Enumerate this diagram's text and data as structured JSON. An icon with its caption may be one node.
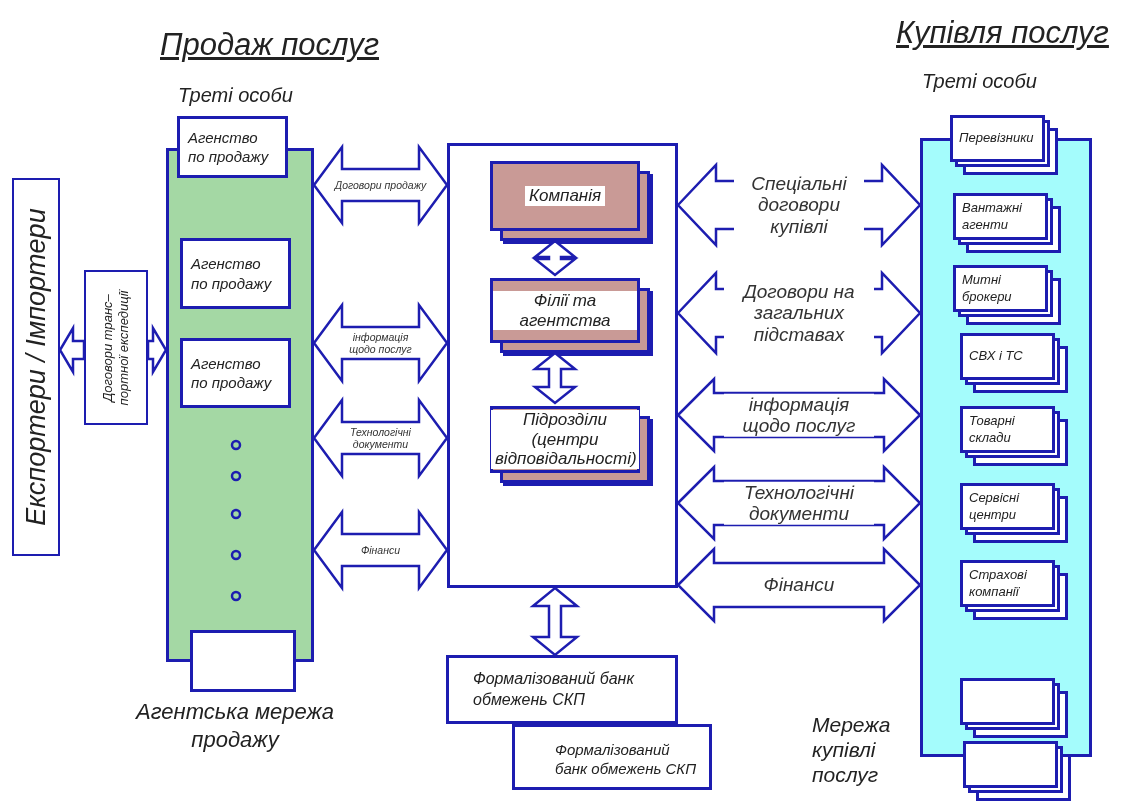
{
  "diagram": {
    "nodes": [
      {
        "text": [
          "Експортери / Імпортери"
        ]
      },
      {
        "text": [
          "Договори транс– портної експедиції"
        ]
      },
      {
        "text": [],
        "shape": "box"
      },
      {
        "text": [
          "Агенство по продажу"
        ]
      },
      {
        "text": [
          "Агенство по продажу"
        ],
        "in": 2
      },
      {
        "text": [
          "Агенство по продажу"
        ],
        "in": 2
      },
      {
        "text": [],
        "shape": "box"
      },
      {
        "text": [],
        "shape": "box"
      },
      {
        "text": [
          "Компанія"
        ],
        "in": 7
      },
      {
        "text": [
          "Філії та агентства"
        ],
        "in": 7
      },
      {
        "text": [
          "Підрозділи (центри відповідальності)"
        ],
        "in": 7
      },
      {
        "text": [
          "Формалізований банк обмежень СКП"
        ]
      },
      {
        "text": [
          "Формалізований банк обмежень СКП"
        ]
      },
      {
        "text": [],
        "shape": "box"
      },
      {
        "text": [
          "Перевізники"
        ]
      },
      {
        "text": [
          "Вантажні агенти"
        ],
        "in": 13
      },
      {
        "text": [
          "Митні брокери"
        ],
        "in": 13
      },
      {
        "text": [
          "СВХ і ТС"
        ],
        "in": 13
      },
      {
        "text": [
          "Товарні склади"
        ],
        "in": 13
      },
      {
        "text": [
          "Сервісні центри"
        ],
        "in": 13
      },
      {
        "text": [
          "Страхові компанії"
        ],
        "in": 13
      },
      {
        "text": [],
        "shape": "box",
        "in": 13
      },
      {
        "text": [],
        "shape": "box"
      }
    ],
    "edges": [
      {
        "from": 1,
        "to": 0,
        "arrow": "to"
      },
      {
        "from": 1,
        "to": 2,
        "arrow": "to"
      },
      {
        "from": 2,
        "to": 7,
        "arrow": "both",
        "label": "Договори продажу"
      },
      {
        "from": 2,
        "to": 7,
        "arrow": "both",
        "label": "інформація щодо послуг"
      },
      {
        "from": 2,
        "to": 7,
        "arrow": "both",
        "label": "Технологічні документи"
      },
      {
        "from": 2,
        "to": 7,
        "arrow": "both",
        "label": "Фінанси"
      },
      {
        "from": 7,
        "to": 13,
        "arrow": "both",
        "label": "Спеціальні договори купівлі"
      },
      {
        "from": 7,
        "to": 13,
        "arrow": "both",
        "label": "Договори на загальних підставах"
      },
      {
        "from": 7,
        "to": 13,
        "arrow": "both",
        "label": "інформація щодо послуг"
      },
      {
        "from": 7,
        "to": 13,
        "arrow": "both",
        "label": "Технологічні документи"
      },
      {
        "from": 7,
        "to": 13,
        "arrow": "both",
        "label": "Фінанси"
      },
      {
        "from": 8,
        "to": 9,
        "arrow": "both"
      },
      {
        "from": 9,
        "to": 10,
        "arrow": "both"
      },
      {
        "from": 7,
        "to": 11,
        "arrow": "both"
      }
    ],
    "labels": [
      "Продаж послуг",
      "Купівля послуг",
      "Треті особи",
      "Треті особи",
      "Агентська мережа продажу",
      "Мережа купівлі послуг"
    ]
  }
}
